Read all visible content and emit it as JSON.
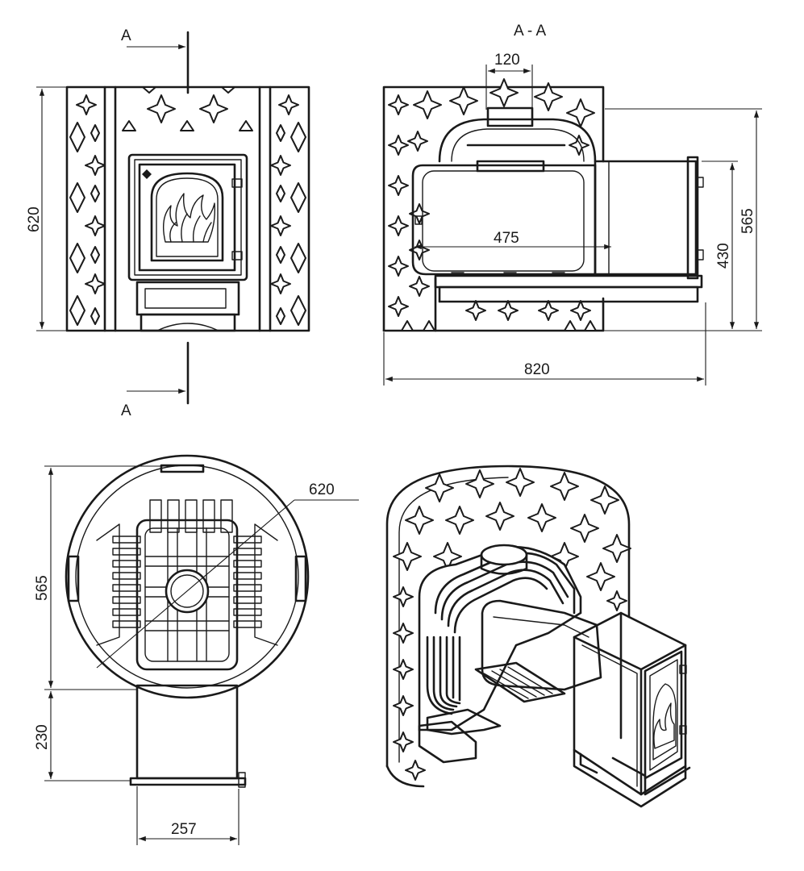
{
  "section_labels": {
    "cut_top": "A",
    "cut_bottom": "A",
    "section_title": "A - A"
  },
  "dimensions": {
    "front_height": "620",
    "chimney_width": "120",
    "firebox_length": "475",
    "door_height": "430",
    "section_height": "565",
    "overall_depth": "820",
    "plan_diameter": "620",
    "plan_depth": "565",
    "tunnel_length": "230",
    "tunnel_width": "257"
  }
}
